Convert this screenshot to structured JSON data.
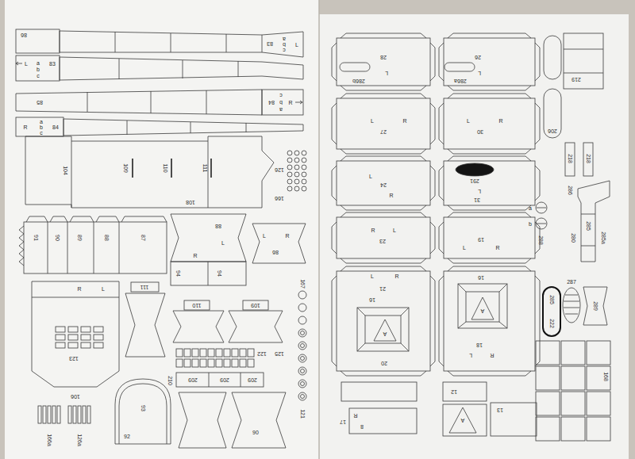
{
  "diagram": {
    "labels": [
      "86",
      "L",
      "83",
      "a",
      "b",
      "c",
      "L",
      "83",
      "a",
      "b",
      "c",
      "85",
      "R",
      "84",
      "c",
      "b",
      "a",
      "R",
      "84",
      "a",
      "b",
      "c",
      "104",
      "109",
      "110",
      "111",
      "108",
      "126",
      "166",
      "91",
      "90",
      "89",
      "88",
      "87",
      "R",
      "L",
      "88",
      "94",
      "94",
      "L",
      "R",
      "86",
      "167",
      "R",
      "L",
      "123",
      "106",
      "111",
      "110",
      "109",
      "122",
      "125",
      "209",
      "209",
      "210",
      "209",
      "121",
      "93",
      "92",
      "90",
      "126a",
      "166a",
      "28",
      "L",
      "286b",
      "26",
      "L",
      "286a",
      "L",
      "R",
      "27",
      "L",
      "R",
      "30",
      "L",
      "R",
      "24",
      "291",
      "L",
      "31",
      "R",
      "L",
      "23",
      "L",
      "R",
      "19",
      "L",
      "R",
      "21",
      "16",
      "A",
      "16",
      "A",
      "L",
      "R",
      "18",
      "20",
      "12",
      "13",
      "A",
      "17",
      "R",
      "8",
      "219",
      "206",
      "218",
      "218",
      "286",
      "285",
      "285a",
      "280",
      "a",
      "b",
      "288",
      "285",
      "222",
      "287",
      "289",
      "168"
    ]
  }
}
